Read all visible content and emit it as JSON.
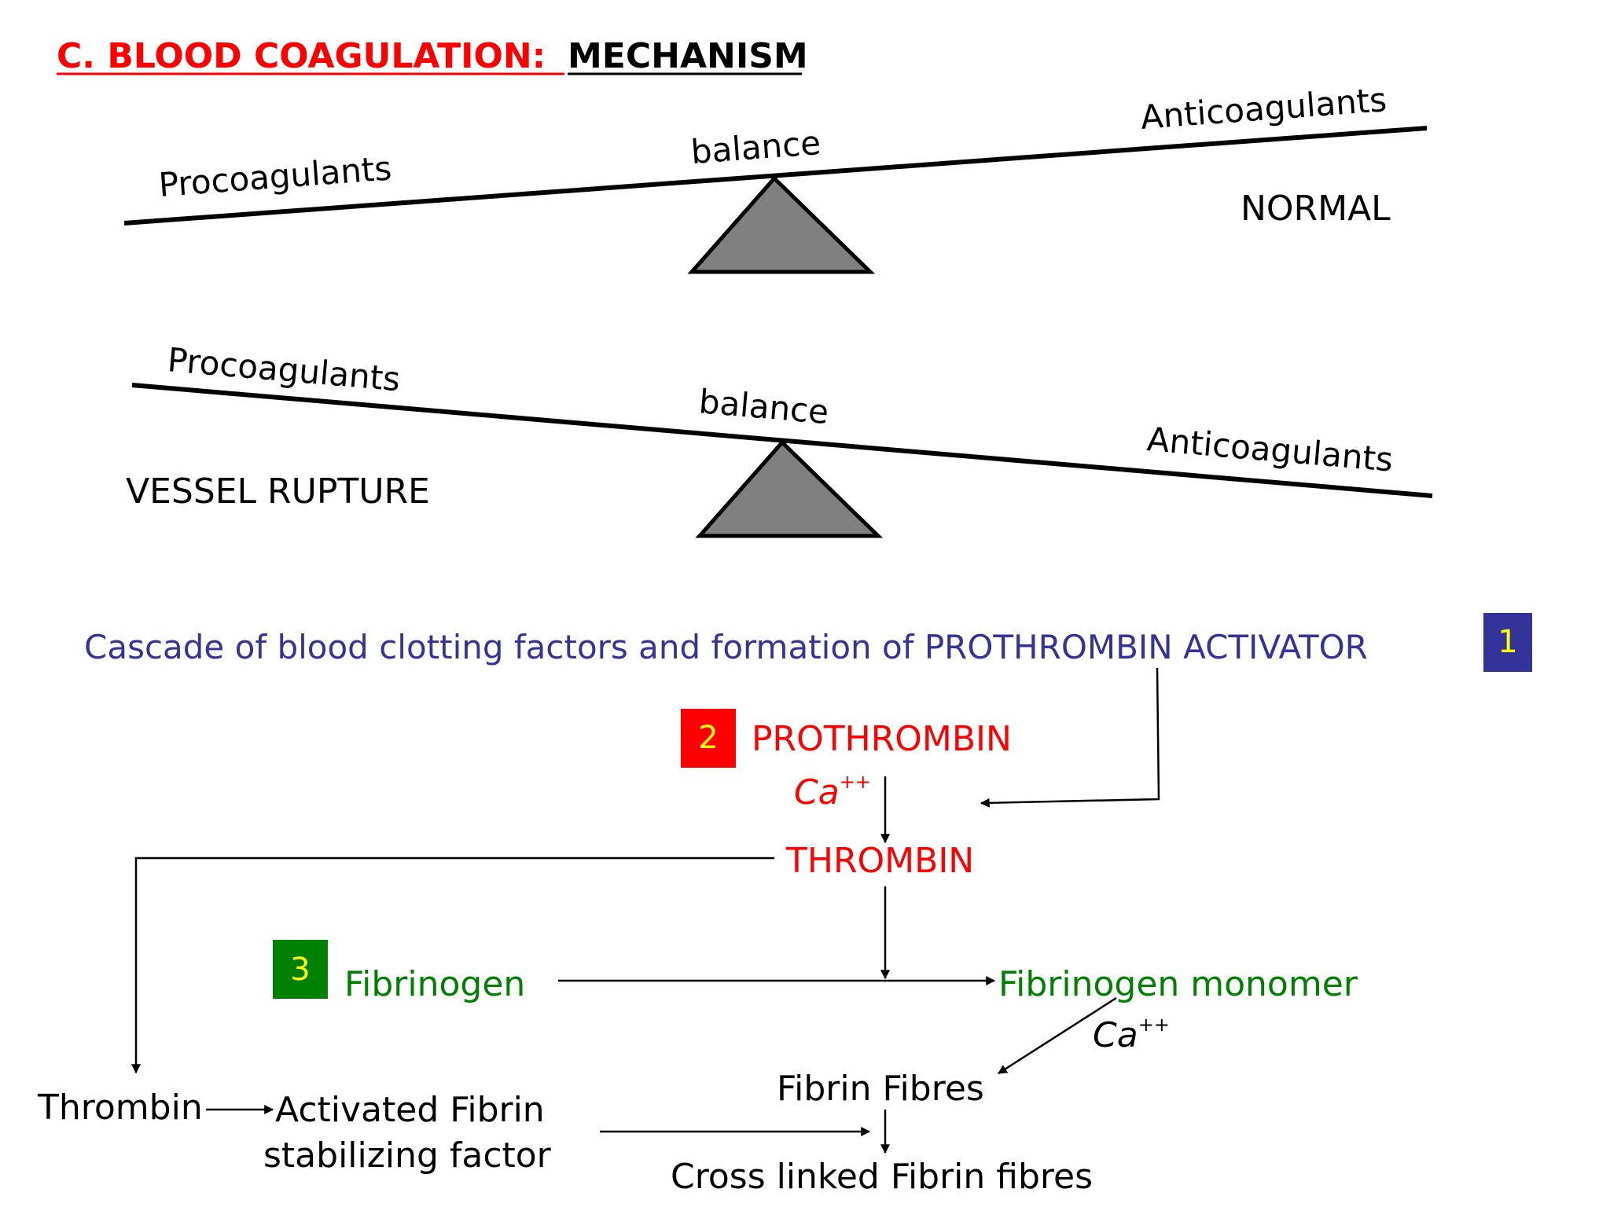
{
  "title": {
    "part1": "C. BLOOD COAGULATION:",
    "part2": "MECHANISM"
  },
  "balance_normal": {
    "left_label": "Procoagulants",
    "center_label": "balance",
    "right_label": "Anticoagulants",
    "state_label": "NORMAL"
  },
  "balance_rupture": {
    "left_label": "Procoagulants",
    "center_label": "balance",
    "right_label": "Anticoagulants",
    "state_label": "VESSEL RUPTURE"
  },
  "cascade": {
    "step1_text": "Cascade of blood clotting factors and formation of PROTHROMBIN ACTIVATOR",
    "step1_badge": "1",
    "step2_badge": "2",
    "prothrombin": "PROTHROMBIN",
    "ca1": "Ca",
    "ca1_sup": "++",
    "thrombin_upper": "THROMBIN",
    "step3_badge": "3",
    "fibrinogen": "Fibrinogen",
    "fibrinogen_monomer": "Fibrinogen monomer",
    "ca2": "Ca",
    "ca2_sup": "++",
    "fibrin_fibres": "Fibrin Fibres",
    "thrombin_lower": "Thrombin",
    "afsf_line1": "Activated Fibrin",
    "afsf_line2": "stabilizing factor",
    "cross_linked": "Cross linked Fibrin fibres"
  },
  "colors": {
    "title_red": "#ff0000",
    "blue_text": "#333399",
    "badge1_bg": "#333399",
    "badge1_fg": "#ffff00",
    "badge2_bg": "#ff0000",
    "badge3_bg": "#008000",
    "green_text": "#008000",
    "fulcrum": "#808080"
  }
}
